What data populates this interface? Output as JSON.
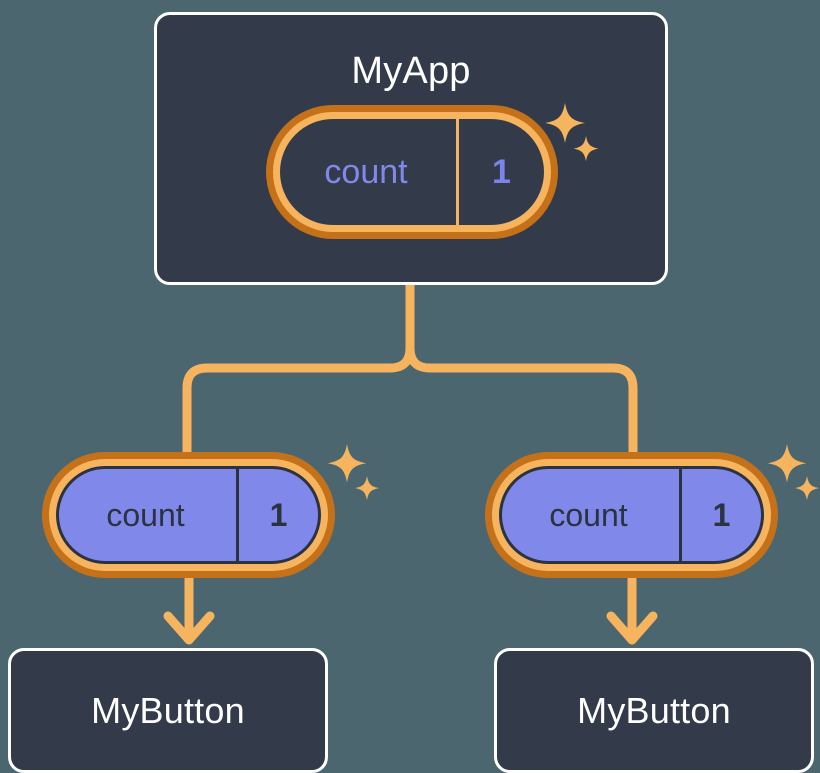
{
  "diagram": {
    "title_node": {
      "label": "MyApp",
      "signal": {
        "name": "count",
        "value": "1"
      }
    },
    "consumers": [
      {
        "signal": {
          "name": "count",
          "value": "1"
        },
        "label": "MyButton"
      },
      {
        "signal": {
          "name": "count",
          "value": "1"
        },
        "label": "MyButton"
      }
    ],
    "icons": {
      "sparkle": "sparkle-icon",
      "arrow": "arrow-down-icon",
      "branch": "branch-connector-icon"
    },
    "colors": {
      "background": "#4c6670",
      "card_fill": "#333b4a",
      "card_border": "#ffffff",
      "ring_outer": "#c4711a",
      "ring_inner": "#f7b45e",
      "signal_fill": "#8089ea",
      "signal_text_dark": "#2b3240",
      "signal_text_light": "#8089ea",
      "wire": "#f7b45e"
    }
  }
}
